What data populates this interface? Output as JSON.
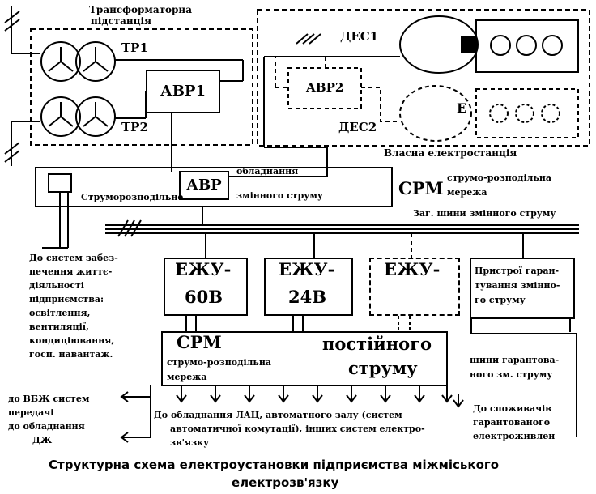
{
  "substation": {
    "title_line1": "Трансформаторна",
    "title_line2": "підстанція",
    "tp1": "ТР1",
    "tp2": "ТР2",
    "avr1": "АВР1"
  },
  "power_station": {
    "des1": "ДЕС1",
    "des2": "ДЕС2",
    "avr2": "АВР2",
    "label": "Власна електростанція",
    "e_mark": "Е"
  },
  "ac_distribution": {
    "avr": "АВР",
    "box_label": "Струморозподільне",
    "equip_line1": "обладнання",
    "equip_line2": "змінного струму",
    "srm": "СРМ",
    "srm_desc_line1": "струмо-розподільна",
    "srm_desc_line2": "мережа",
    "bus_label": "Заг. шини змінного струму"
  },
  "life_support": {
    "line1": "До систем забез-",
    "line2": "печення життє-",
    "line3": "діяльності",
    "line4": "підприємства:",
    "line5": "освітлення,",
    "line6": "вентиляції,",
    "line7": "кондиціювання,",
    "line8": "госп. навантаж."
  },
  "power_units": [
    {
      "l1": "ЕЖУ-",
      "l2": "60В"
    },
    {
      "l1": "ЕЖУ-",
      "l2": "24В"
    },
    {
      "l1": "ЕЖУ-",
      "l2": ""
    }
  ],
  "guarantee_box": {
    "l1": "Пристрої гаран-",
    "l2": "тування змінно-",
    "l3": "го струму"
  },
  "dc_distribution": {
    "srm": "СРМ",
    "desc1": "струмо-розподільна",
    "desc2": "мережа",
    "title1": "постійного",
    "title2": "струму"
  },
  "guaranteed_bus": {
    "l1": "шини гарантова-",
    "l2": "ного зм. струму"
  },
  "consumers": {
    "l1": "До споживачів",
    "l2": "гарантованого",
    "l3": "електроживлен"
  },
  "vbzh": {
    "l1": "до ВБЖ систем",
    "l2": "передачі",
    "l3": "до обладнання",
    "l4": "ДЖ"
  },
  "dc_outputs": {
    "l1": "До обладнання ЛАЦ, автоматного залу (систем",
    "l2": "автоматичної комутації), інших систем електро-",
    "l3": "зв'язку"
  },
  "caption": {
    "line1": "Структурна схема електроустановки підприємства міжміського",
    "line2": "електрозв'язку"
  }
}
